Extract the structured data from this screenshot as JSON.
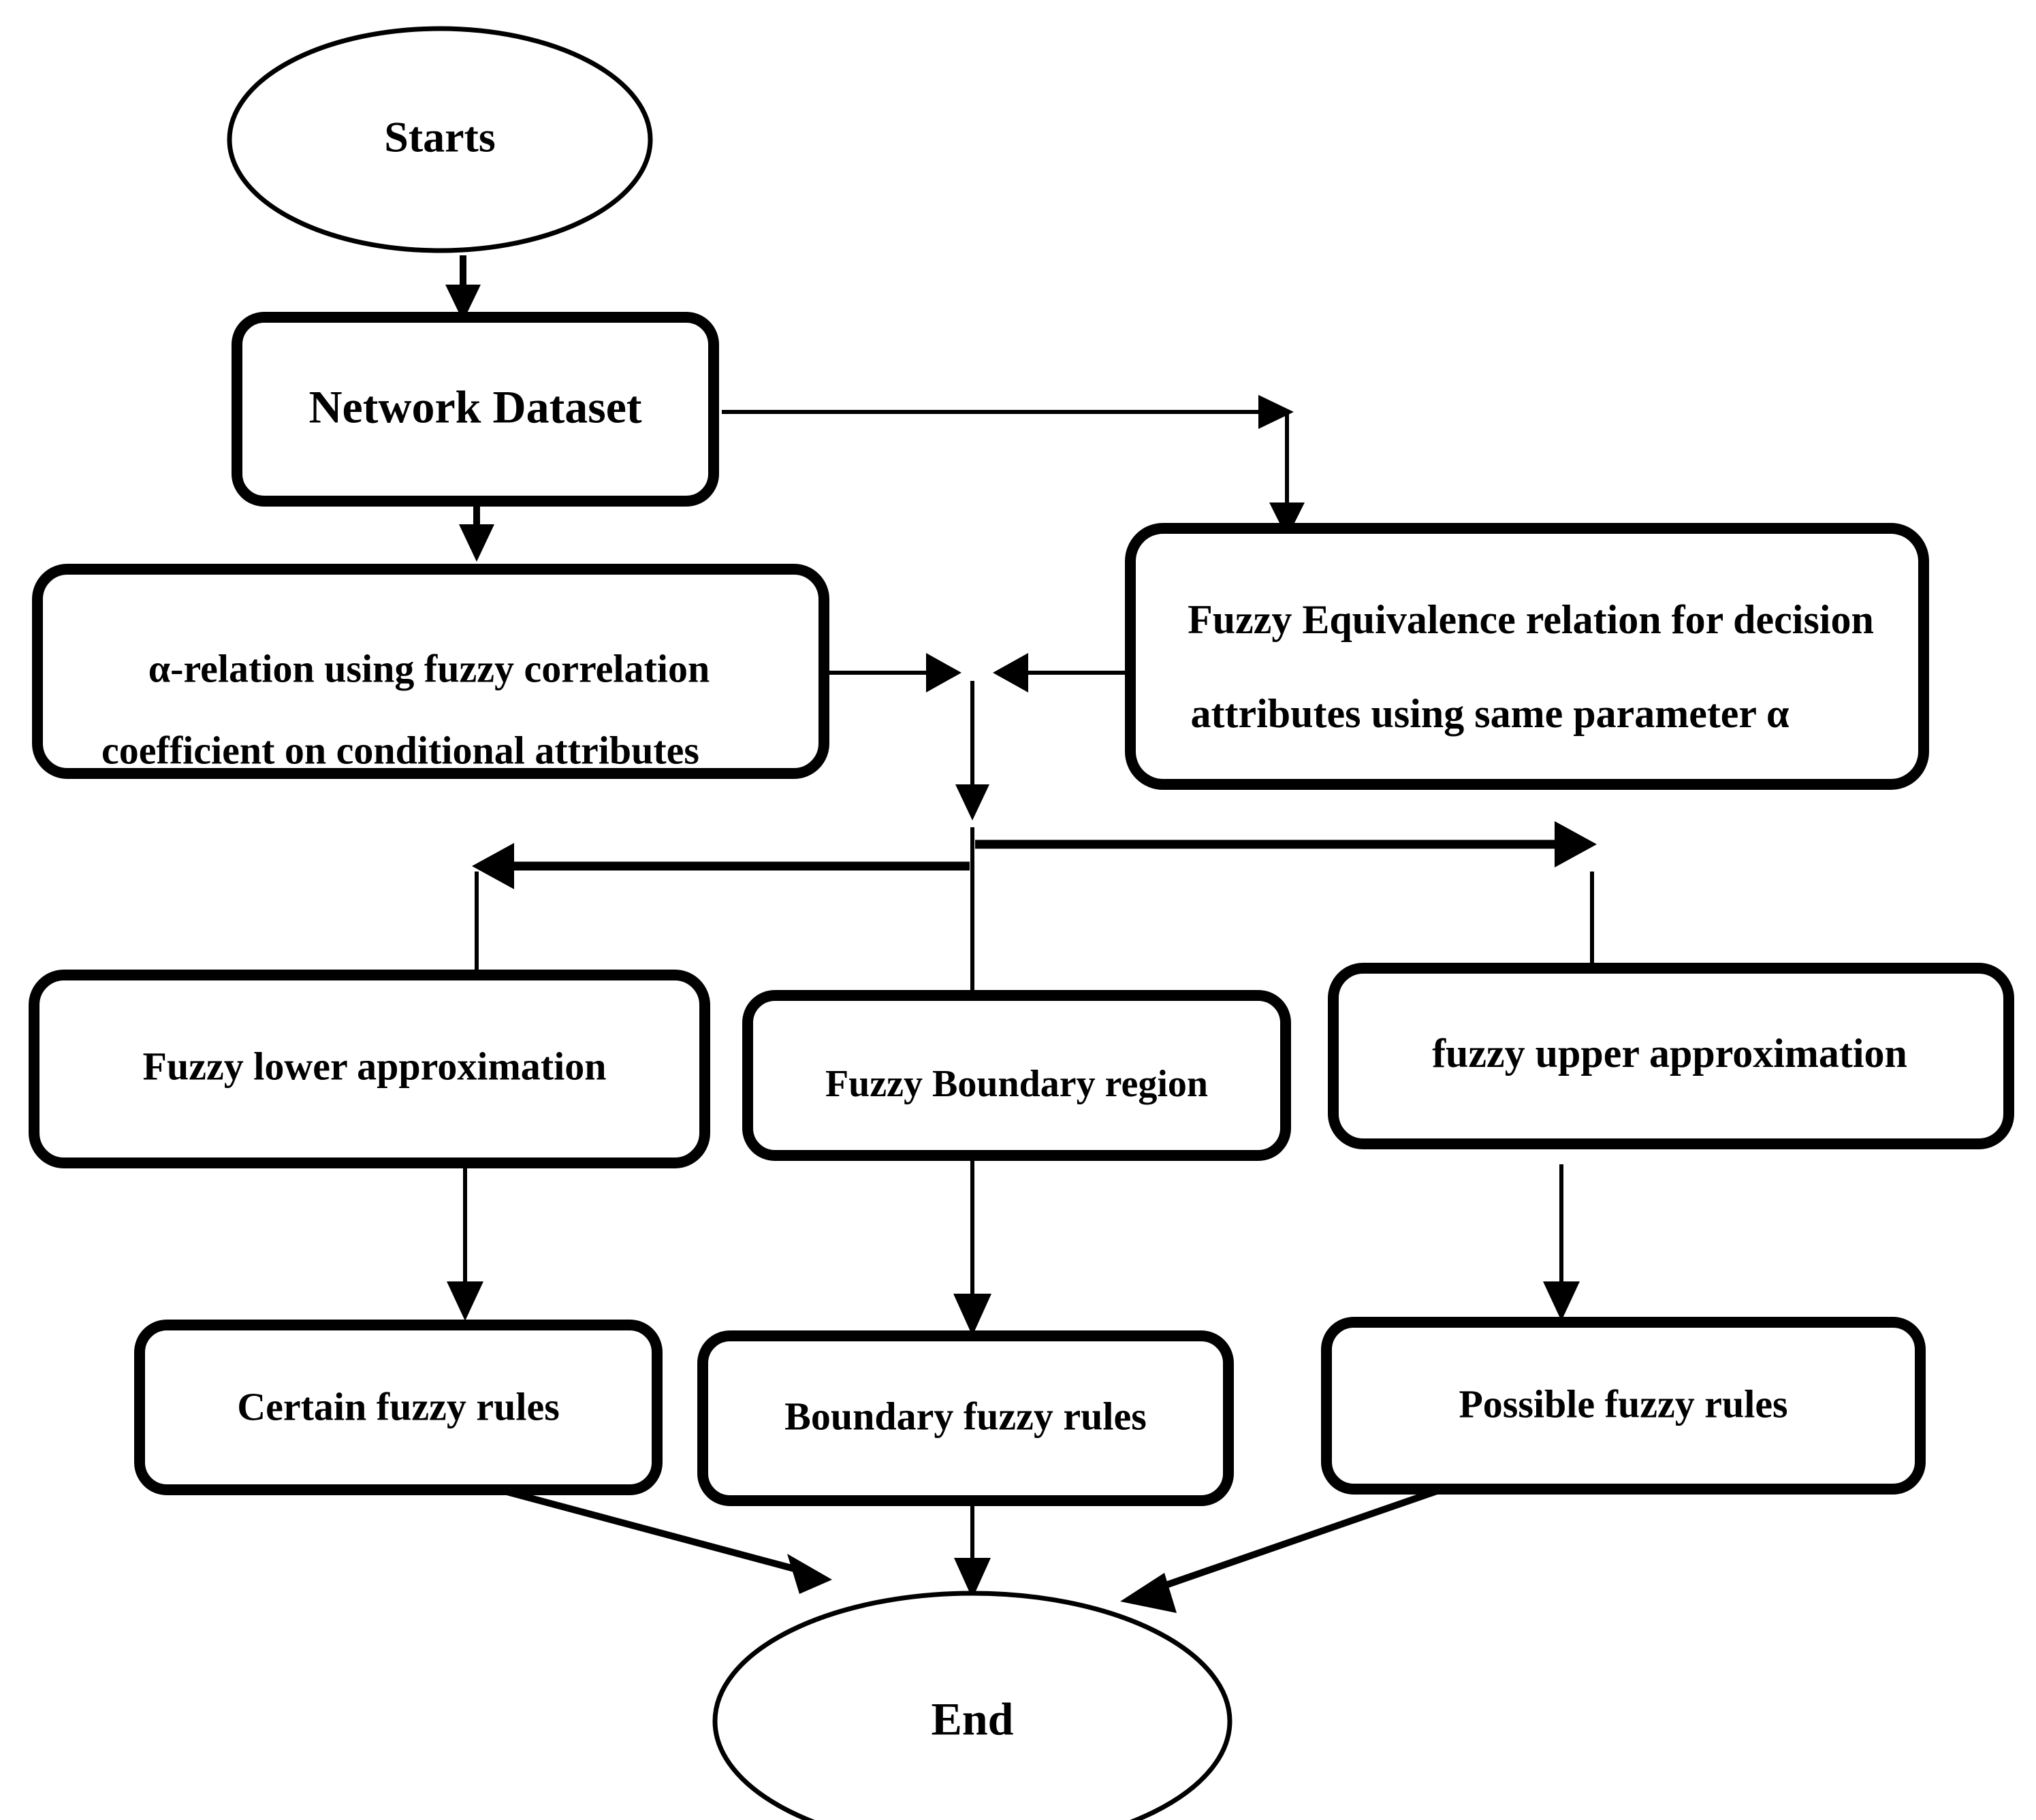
{
  "diagram": {
    "type": "flowchart",
    "title": "Fuzzy rough set based rule generation flowchart",
    "background_color": "#ffffff",
    "stroke_color": "#000000",
    "nodes": {
      "start": {
        "id": "start",
        "label": "Starts",
        "shape": "ellipse"
      },
      "network_dataset": {
        "id": "network_dataset",
        "label": "Network Dataset",
        "shape": "rounded-rect"
      },
      "alpha_relation": {
        "id": "alpha_relation",
        "shape": "rounded-rect",
        "line1": "α-relation   using   fuzzy   correlation",
        "line2": "coefficient on conditional attributes"
      },
      "fuzzy_equivalence": {
        "id": "fuzzy_equivalence",
        "shape": "rounded-rect",
        "line1": "Fuzzy  Equivalence  relation  for  decision",
        "line2": "attributes using same parameter α"
      },
      "fuzzy_lower": {
        "id": "fuzzy_lower",
        "label": "Fuzzy     lower     approximation",
        "shape": "rounded-rect"
      },
      "fuzzy_boundary": {
        "id": "fuzzy_boundary",
        "label": "Fuzzy Boundary region",
        "shape": "rounded-rect"
      },
      "fuzzy_upper": {
        "id": "fuzzy_upper",
        "label": "fuzzy    upper    approximation",
        "shape": "rounded-rect"
      },
      "certain_rules": {
        "id": "certain_rules",
        "label": "Certain fuzzy rules",
        "shape": "rounded-rect"
      },
      "boundary_rules": {
        "id": "boundary_rules",
        "label": "Boundary fuzzy rules",
        "shape": "rounded-rect"
      },
      "possible_rules": {
        "id": "possible_rules",
        "label": "Possible fuzzy rules",
        "shape": "rounded-rect"
      },
      "end": {
        "id": "end",
        "label": "End",
        "shape": "ellipse"
      }
    },
    "edges": [
      {
        "from": "start",
        "to": "network_dataset"
      },
      {
        "from": "network_dataset",
        "to": "fuzzy_equivalence"
      },
      {
        "from": "network_dataset",
        "to": "alpha_relation"
      },
      {
        "from": "alpha_relation",
        "to": "junction"
      },
      {
        "from": "fuzzy_equivalence",
        "to": "junction"
      },
      {
        "from": "junction",
        "to": "fuzzy_lower"
      },
      {
        "from": "junction",
        "to": "fuzzy_boundary"
      },
      {
        "from": "junction",
        "to": "fuzzy_upper"
      },
      {
        "from": "fuzzy_lower",
        "to": "certain_rules"
      },
      {
        "from": "fuzzy_boundary",
        "to": "boundary_rules"
      },
      {
        "from": "fuzzy_upper",
        "to": "possible_rules"
      },
      {
        "from": "certain_rules",
        "to": "end"
      },
      {
        "from": "boundary_rules",
        "to": "end"
      },
      {
        "from": "possible_rules",
        "to": "end"
      }
    ]
  }
}
